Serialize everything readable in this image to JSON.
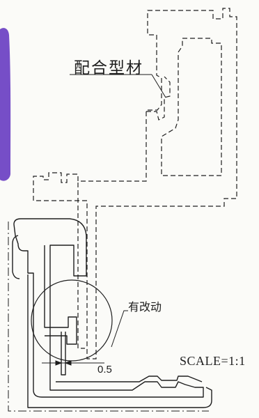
{
  "labels": {
    "mating_profile": "配合型材",
    "modified": "有改动",
    "dimension": "0.5",
    "scale": "SCALE=1:1"
  },
  "colors": {
    "ink": "#1e1e1e",
    "background": "#fbfbf8",
    "marker_purple": "#6a3fc2"
  }
}
